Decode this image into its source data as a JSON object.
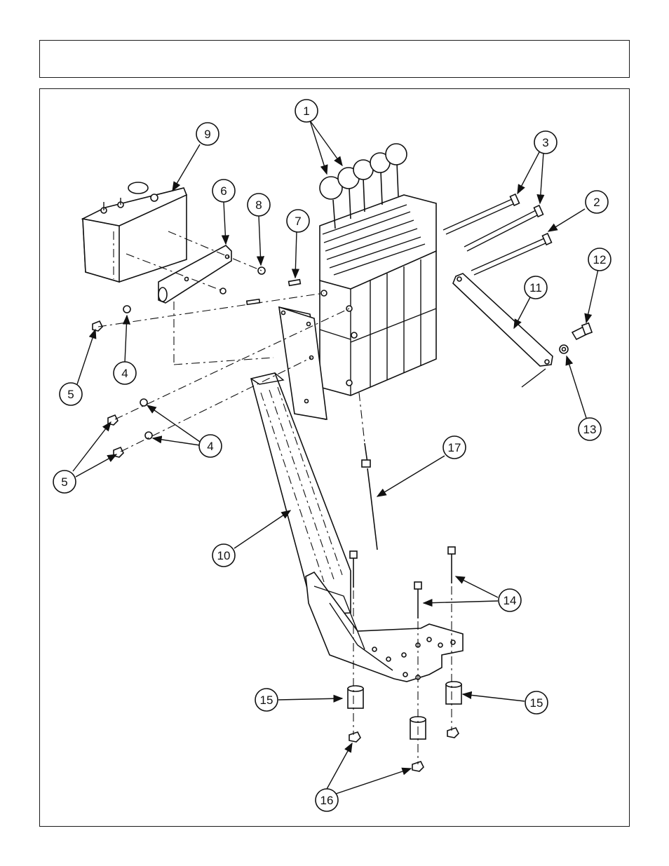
{
  "header": {
    "title": ""
  },
  "diagram": {
    "callouts": [
      {
        "id": "c1",
        "label": "1"
      },
      {
        "id": "c2",
        "label": "2"
      },
      {
        "id": "c3",
        "label": "3"
      },
      {
        "id": "c4a",
        "label": "4"
      },
      {
        "id": "c4b",
        "label": "4"
      },
      {
        "id": "c5a",
        "label": "5"
      },
      {
        "id": "c5b",
        "label": "5"
      },
      {
        "id": "c6",
        "label": "6"
      },
      {
        "id": "c7",
        "label": "7"
      },
      {
        "id": "c8",
        "label": "8"
      },
      {
        "id": "c9",
        "label": "9"
      },
      {
        "id": "c10",
        "label": "10"
      },
      {
        "id": "c11",
        "label": "11"
      },
      {
        "id": "c12",
        "label": "12"
      },
      {
        "id": "c13",
        "label": "13"
      },
      {
        "id": "c14",
        "label": "14"
      },
      {
        "id": "c15a",
        "label": "15"
      },
      {
        "id": "c15b",
        "label": "15"
      },
      {
        "id": "c16",
        "label": "16"
      },
      {
        "id": "c17",
        "label": "17"
      }
    ]
  }
}
